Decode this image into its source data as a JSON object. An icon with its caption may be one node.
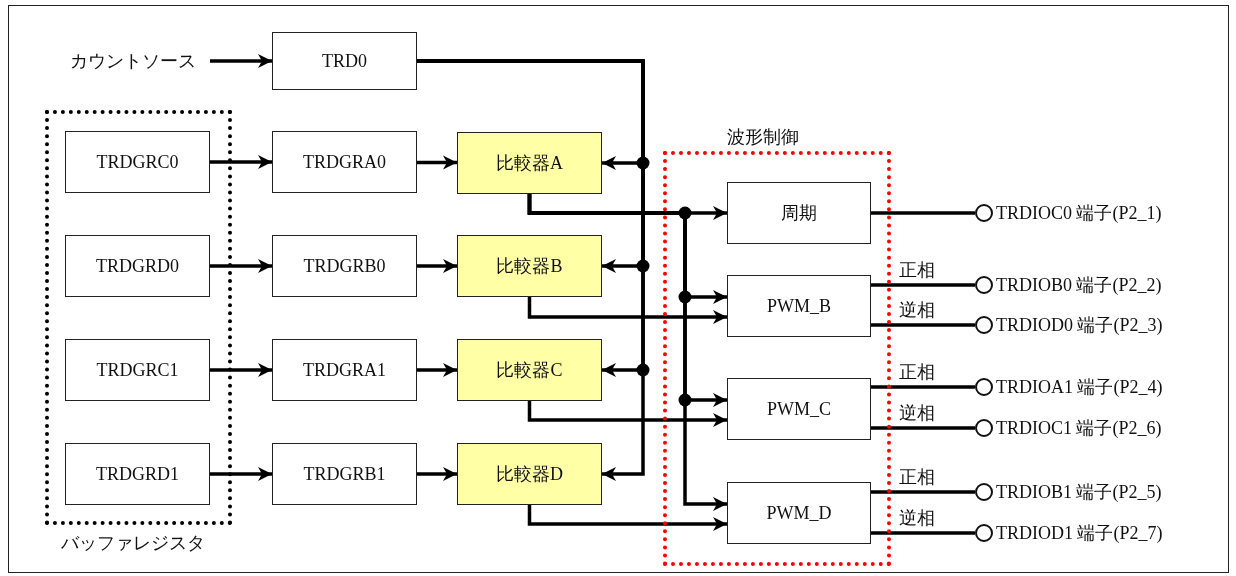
{
  "diagram": {
    "nodes": [
      {
        "text": [
          "カウントソース"
        ]
      },
      {
        "text": [
          "TRD0"
        ]
      },
      {
        "text": [
          "バッファレジスタ"
        ]
      },
      {
        "text": [
          "TRDGRC0"
        ],
        "in": 2
      },
      {
        "text": [
          "TRDGRD0"
        ],
        "in": 2
      },
      {
        "text": [
          "TRDGRC1"
        ],
        "in": 2
      },
      {
        "text": [
          "TRDGRD1"
        ],
        "in": 2
      },
      {
        "text": [
          "TRDGRA0"
        ]
      },
      {
        "text": [
          "TRDGRB0"
        ]
      },
      {
        "text": [
          "TRDGRA1"
        ]
      },
      {
        "text": [
          "TRDGRB1"
        ]
      },
      {
        "text": [
          "比較器A"
        ]
      },
      {
        "text": [
          "比較器B"
        ]
      },
      {
        "text": [
          "比較器C"
        ]
      },
      {
        "text": [
          "比較器D"
        ]
      },
      {
        "text": [
          "波形制御"
        ]
      },
      {
        "text": [
          "周期"
        ],
        "in": 15
      },
      {
        "text": [
          "PWM_B"
        ],
        "in": 15
      },
      {
        "text": [
          "PWM_C"
        ],
        "in": 15
      },
      {
        "text": [
          "PWM_D"
        ],
        "in": 15
      },
      {
        "text": [],
        "shape": "circle",
        "beside": [
          "TRDIOC0 端子(P2_1)"
        ]
      },
      {
        "text": [],
        "shape": "circle",
        "beside": [
          "TRDIOB0 端子(P2_2)"
        ]
      },
      {
        "text": [],
        "shape": "circle",
        "beside": [
          "TRDIOD0 端子(P2_3)"
        ]
      },
      {
        "text": [],
        "shape": "circle",
        "beside": [
          "TRDIOA1 端子(P2_4)"
        ]
      },
      {
        "text": [],
        "shape": "circle",
        "beside": [
          "TRDIOC1 端子(P2_6)"
        ]
      },
      {
        "text": [],
        "shape": "circle",
        "beside": [
          "TRDIOB1 端子(P2_5)"
        ]
      },
      {
        "text": [],
        "shape": "circle",
        "beside": [
          "TRDIOD1 端子(P2_7)"
        ]
      }
    ],
    "edges": [
      {
        "from": 0,
        "to": 1,
        "arrow": "to"
      },
      {
        "from": 3,
        "to": 7,
        "arrow": "to"
      },
      {
        "from": 4,
        "to": 8,
        "arrow": "to"
      },
      {
        "from": 5,
        "to": 9,
        "arrow": "to"
      },
      {
        "from": 6,
        "to": 10,
        "arrow": "to"
      },
      {
        "from": 7,
        "to": 11,
        "arrow": "to"
      },
      {
        "from": 8,
        "to": 12,
        "arrow": "to"
      },
      {
        "from": 9,
        "to": 13,
        "arrow": "to"
      },
      {
        "from": 10,
        "to": 14,
        "arrow": "to"
      },
      {
        "from": 1,
        "to": 11,
        "arrow": "to"
      },
      {
        "from": 1,
        "to": 12,
        "arrow": "to"
      },
      {
        "from": 1,
        "to": 13,
        "arrow": "to"
      },
      {
        "from": 1,
        "to": 14,
        "arrow": "to"
      },
      {
        "from": 11,
        "to": 16,
        "arrow": "to"
      },
      {
        "from": 11,
        "to": 17,
        "arrow": "to"
      },
      {
        "from": 11,
        "to": 18,
        "arrow": "to"
      },
      {
        "from": 11,
        "to": 19,
        "arrow": "to"
      },
      {
        "from": 12,
        "to": 17,
        "arrow": "to"
      },
      {
        "from": 13,
        "to": 18,
        "arrow": "to"
      },
      {
        "from": 14,
        "to": 19,
        "arrow": "to"
      },
      {
        "from": 16,
        "to": 20,
        "arrow": "none"
      },
      {
        "from": 17,
        "to": 21,
        "arrow": "none",
        "label": "正相"
      },
      {
        "from": 17,
        "to": 22,
        "arrow": "none",
        "label": "逆相"
      },
      {
        "from": 18,
        "to": 23,
        "arrow": "none",
        "label": "正相"
      },
      {
        "from": 18,
        "to": 24,
        "arrow": "none",
        "label": "逆相"
      },
      {
        "from": 19,
        "to": 25,
        "arrow": "none",
        "label": "正相"
      },
      {
        "from": 19,
        "to": 26,
        "arrow": "none",
        "label": "逆相"
      }
    ]
  }
}
